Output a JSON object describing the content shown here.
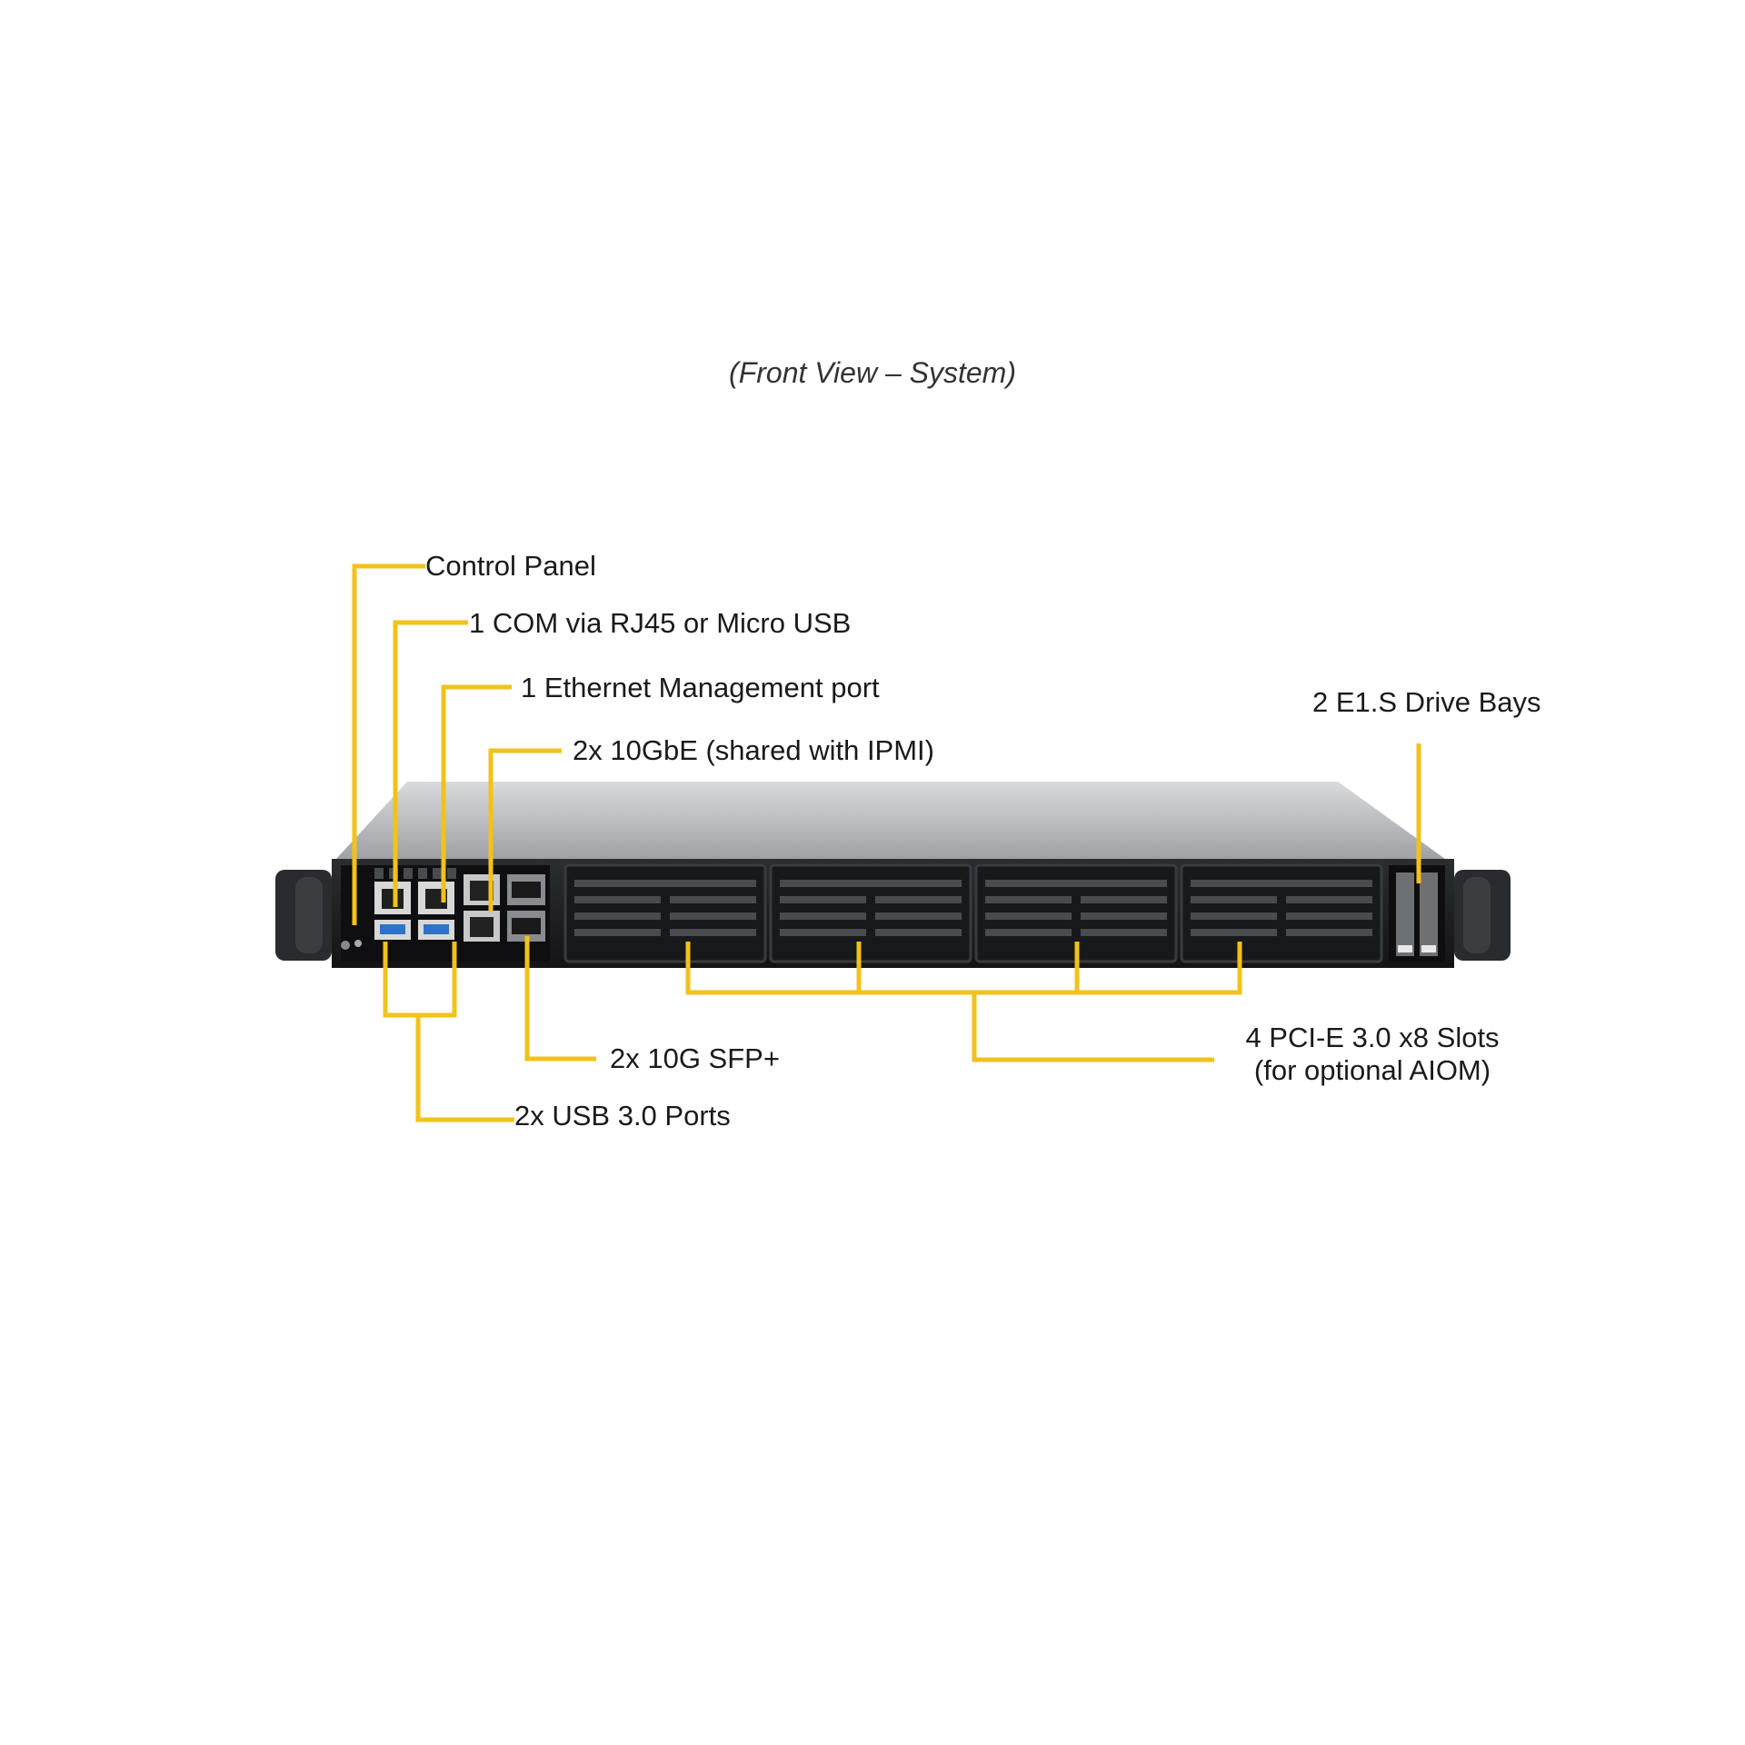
{
  "caption": "(Front View – System)",
  "labels": {
    "control_panel": "Control Panel",
    "com_port": "1 COM via RJ45 or Micro USB",
    "ethernet_mgmt": "1 Ethernet Management port",
    "ten_gbe": "2x 10GbE (shared with IPMI)",
    "drive_bays": "2 E1.S Drive Bays",
    "sfp": "2x 10G SFP+",
    "usb": "2x USB 3.0 Ports",
    "pcie_line1": "4 PCI-E 3.0 x8 Slots",
    "pcie_line2": "(for optional AIOM)"
  },
  "colors": {
    "callout": "#f2c21b",
    "chassis_top": "#b9bbbe",
    "front_panel": "#1f2022"
  }
}
